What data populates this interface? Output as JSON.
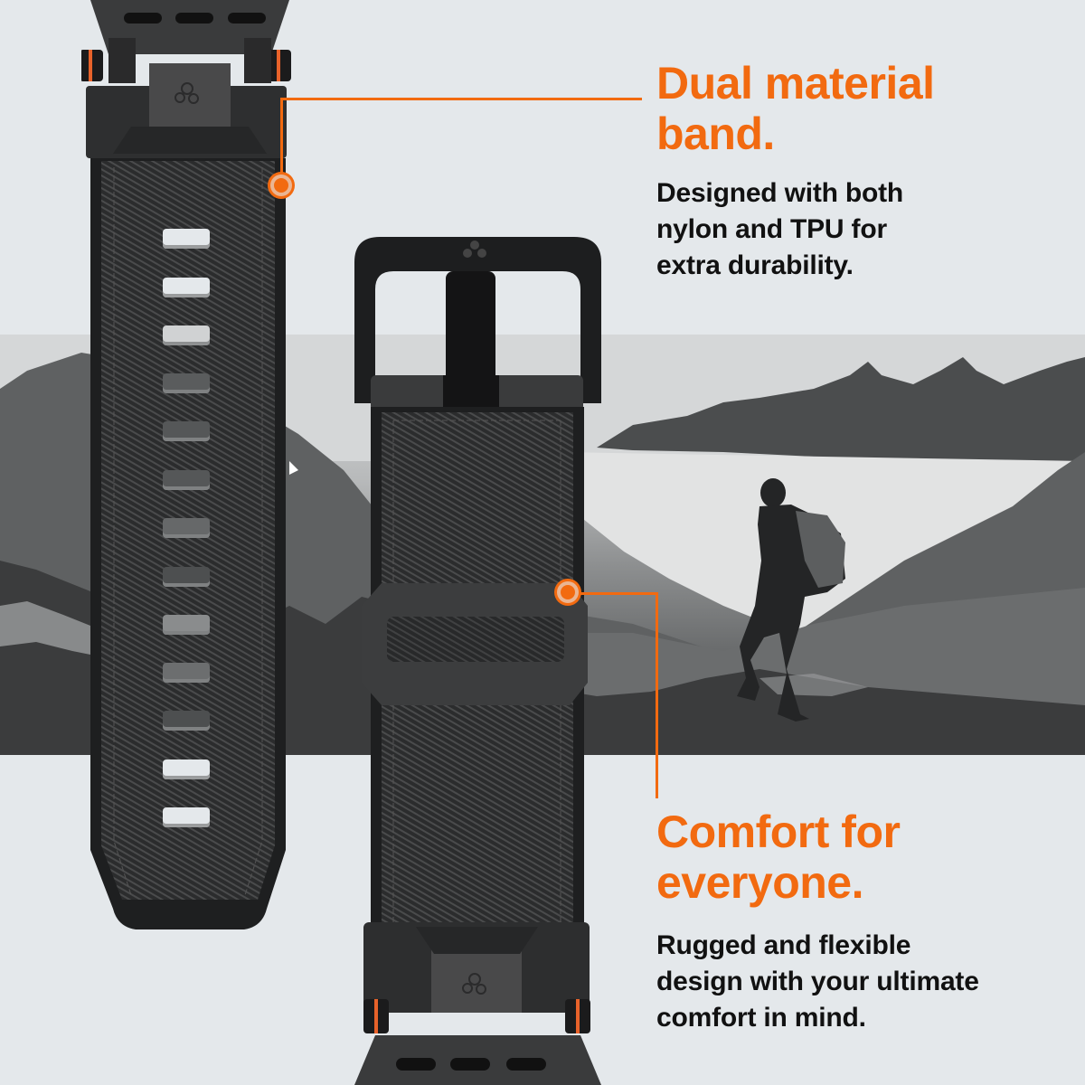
{
  "colors": {
    "accent": "#f26a10",
    "background": "#e4e8eb",
    "text": "#111111",
    "strap": "#2c2d2e"
  },
  "feature_1": {
    "headline_lines": [
      "Dual material",
      "band."
    ],
    "body_lines": [
      "Designed with both",
      "nylon and TPU for",
      "extra durability."
    ]
  },
  "feature_2": {
    "headline_lines": [
      "Comfort for",
      "everyone."
    ],
    "body_lines": [
      "Rugged and flexible",
      "design with your ultimate",
      "comfort in mind."
    ]
  },
  "icons": {
    "brand_logo": "spigen-logo-icon",
    "callout_marker": "callout-dot-icon"
  },
  "scene": {
    "photo": "black-and-white mountain landscape with hiker"
  }
}
